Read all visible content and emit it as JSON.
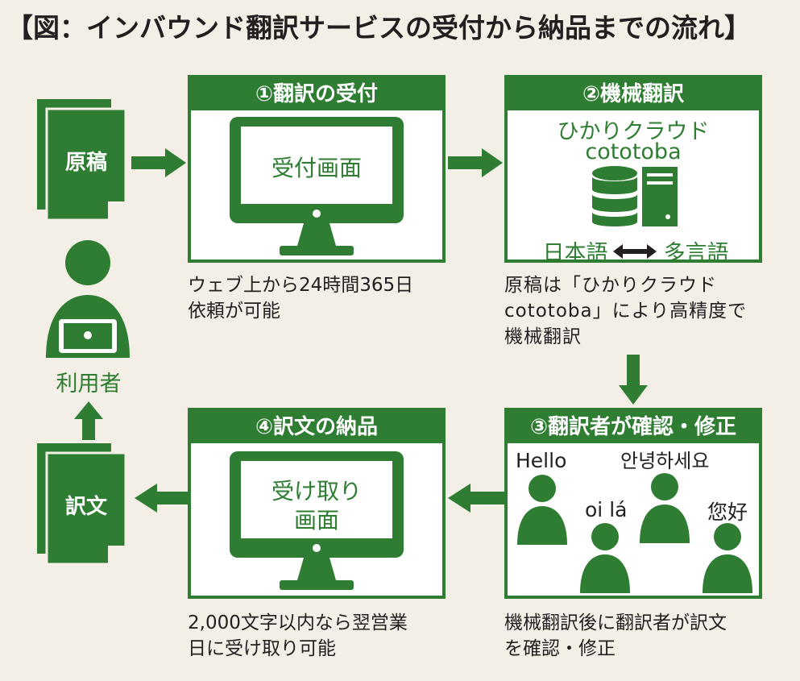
{
  "title": "【図：インバウンド翻訳サービスの受付から納品までの流れ】",
  "left": {
    "source_doc_label": "原稿",
    "user_label": "利用者",
    "translation_doc_label": "訳文"
  },
  "step1": {
    "header": "①翻訳の受付",
    "screen_label": "受付画面",
    "caption_line1": "ウェブ上から24時間365日",
    "caption_line2": "依頼が可能"
  },
  "step2": {
    "header": "②機械翻訳",
    "service_line1": "ひかりクラウド",
    "service_line2": "cototoba",
    "from_lang": "日本語",
    "to_lang": "多言語",
    "caption_line1": "原稿は「ひかりクラウド",
    "caption_line2": "cototoba」により高精度で",
    "caption_line3": "機械翻訳"
  },
  "step3": {
    "header": "③翻訳者が確認・修正",
    "greetings": [
      "Hello",
      "안녕하세요",
      "oi lá",
      "您好"
    ],
    "caption_line1": "機械翻訳後に翻訳者が訳文",
    "caption_line2": "を確認・修正"
  },
  "step4": {
    "header": "④訳文の納品",
    "screen_line1": "受け取り",
    "screen_line2": "画面",
    "caption_line1": "2,000文字以内なら翌営業",
    "caption_line2": "日に受け取り可能"
  },
  "colors": {
    "primary": "#2e7d32",
    "background": "#f3efe6"
  }
}
